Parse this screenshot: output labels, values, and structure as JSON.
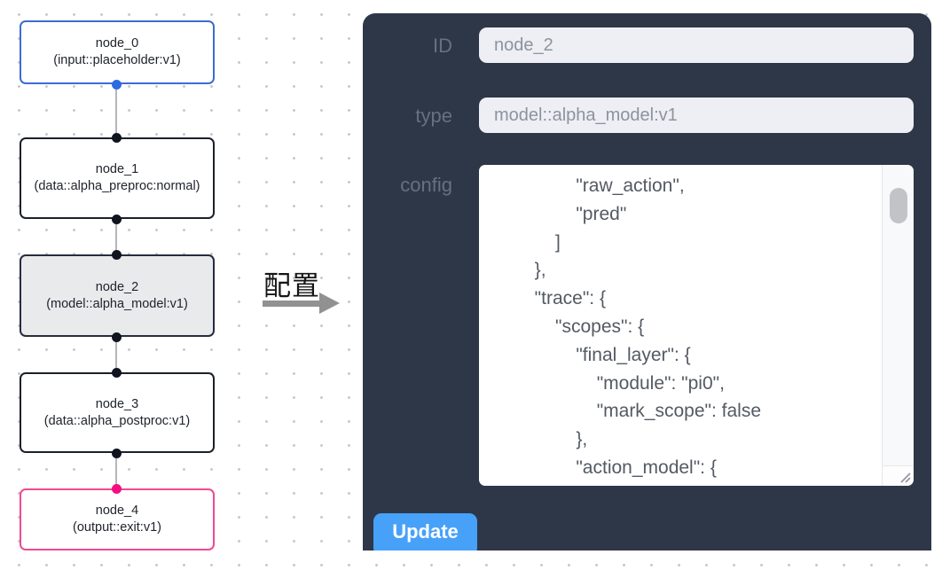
{
  "flow": {
    "nodes": [
      {
        "id": "node_0",
        "title": "node_0",
        "subtitle": "(input::placeholder:v1)",
        "variant": "input",
        "border_color": "#3d6bd3"
      },
      {
        "id": "node_1",
        "title": "node_1",
        "subtitle": "(data::alpha_preproc:normal)",
        "variant": "default",
        "border_color": "#1b2029"
      },
      {
        "id": "node_2",
        "title": "node_2",
        "subtitle": "(model::alpha_model:v1)",
        "variant": "selected",
        "border_color": "#252c3c"
      },
      {
        "id": "node_3",
        "title": "node_3",
        "subtitle": "(data::alpha_postproc:v1)",
        "variant": "default",
        "border_color": "#1b2029"
      },
      {
        "id": "node_4",
        "title": "node_4",
        "subtitle": "(output::exit:v1)",
        "variant": "output",
        "border_color": "#ee4a93"
      }
    ],
    "handle_colors": {
      "source_input": "#2c6bdf",
      "default": "#10141f",
      "target_output": "#f40e7f"
    }
  },
  "transition": {
    "label": "配置"
  },
  "panel": {
    "fields": [
      {
        "label": "ID",
        "value": "node_2"
      },
      {
        "label": "type",
        "value": "model::alpha_model:v1"
      },
      {
        "label": "config",
        "value": "                \"raw_action\",\n                \"pred\"\n            ]\n        },\n        \"trace\": {\n            \"scopes\": {\n                \"final_layer\": {\n                    \"module\": \"pi0\",\n                    \"mark_scope\": false\n                },\n                \"action_model\": {"
      }
    ],
    "update_label": "Update"
  },
  "colors": {
    "panel_background": "#2d3748",
    "input_background": "#edeff4",
    "button_accent": "#47a1f8",
    "edge": "#b6b6bc"
  }
}
